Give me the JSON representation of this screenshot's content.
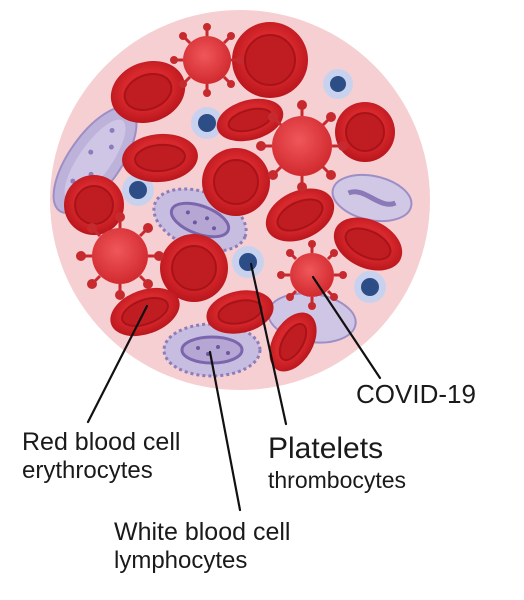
{
  "labels": {
    "red_blood_cell": {
      "title": "Red blood cell",
      "subtitle": "erythrocytes"
    },
    "platelets": {
      "title": "Platelets",
      "subtitle": "thrombocytes"
    },
    "white_blood_cell": {
      "title": "White blood cell",
      "subtitle": "lymphocytes"
    },
    "virus": {
      "title": "COVID-19"
    }
  },
  "colors": {
    "plasma": "#f6cfd2",
    "red_cell": "#d6262b",
    "red_cell_dark": "#a81318",
    "red_cell_center": "#c01d22",
    "virus": "#e2393d",
    "virus_spike": "#c72a2e",
    "white_cell": "#bfb4dc",
    "white_cell_nucleus": "#8c79b8",
    "platelet_ring": "#c8d2ee",
    "platelet_core": "#2d4d86",
    "leader_line": "#111111"
  }
}
